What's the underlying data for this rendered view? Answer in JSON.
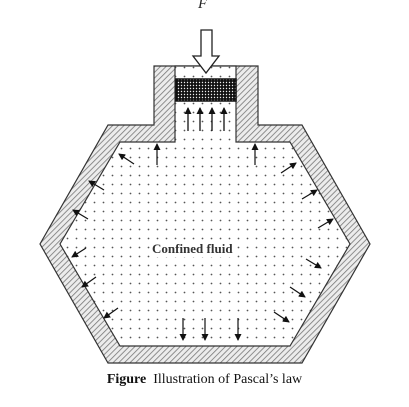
{
  "diagram": {
    "force_label": "F",
    "fluid_label": "Confined fluid",
    "caption": {
      "prefix": "Figure",
      "text": "Illustration of Pascal’s law"
    },
    "colors": {
      "wall_hatch": "#8a8a8a",
      "fluid_dots": "#555555",
      "piston": "#222222",
      "arrows": "#111111"
    }
  }
}
